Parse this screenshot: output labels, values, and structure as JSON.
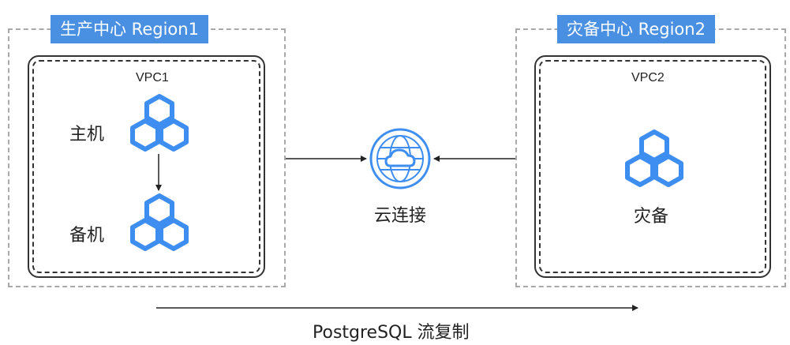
{
  "regions": {
    "production": {
      "label": "生产中心 Region1",
      "vpc_label": "VPC1",
      "primary_label": "主机",
      "standby_label": "备机"
    },
    "disaster": {
      "label": "灾备中心 Region2",
      "vpc_label": "VPC2",
      "node_label": "灾备"
    }
  },
  "connect": {
    "label": "云连接",
    "icon": "globe-cloud-icon"
  },
  "replication": {
    "label": "PostgreSQL 流复制"
  },
  "colors": {
    "accent": "#4a90e2",
    "icon_blue": "#3d8ef0",
    "dashed_border": "#a9a9a9",
    "frame": "#333333"
  }
}
